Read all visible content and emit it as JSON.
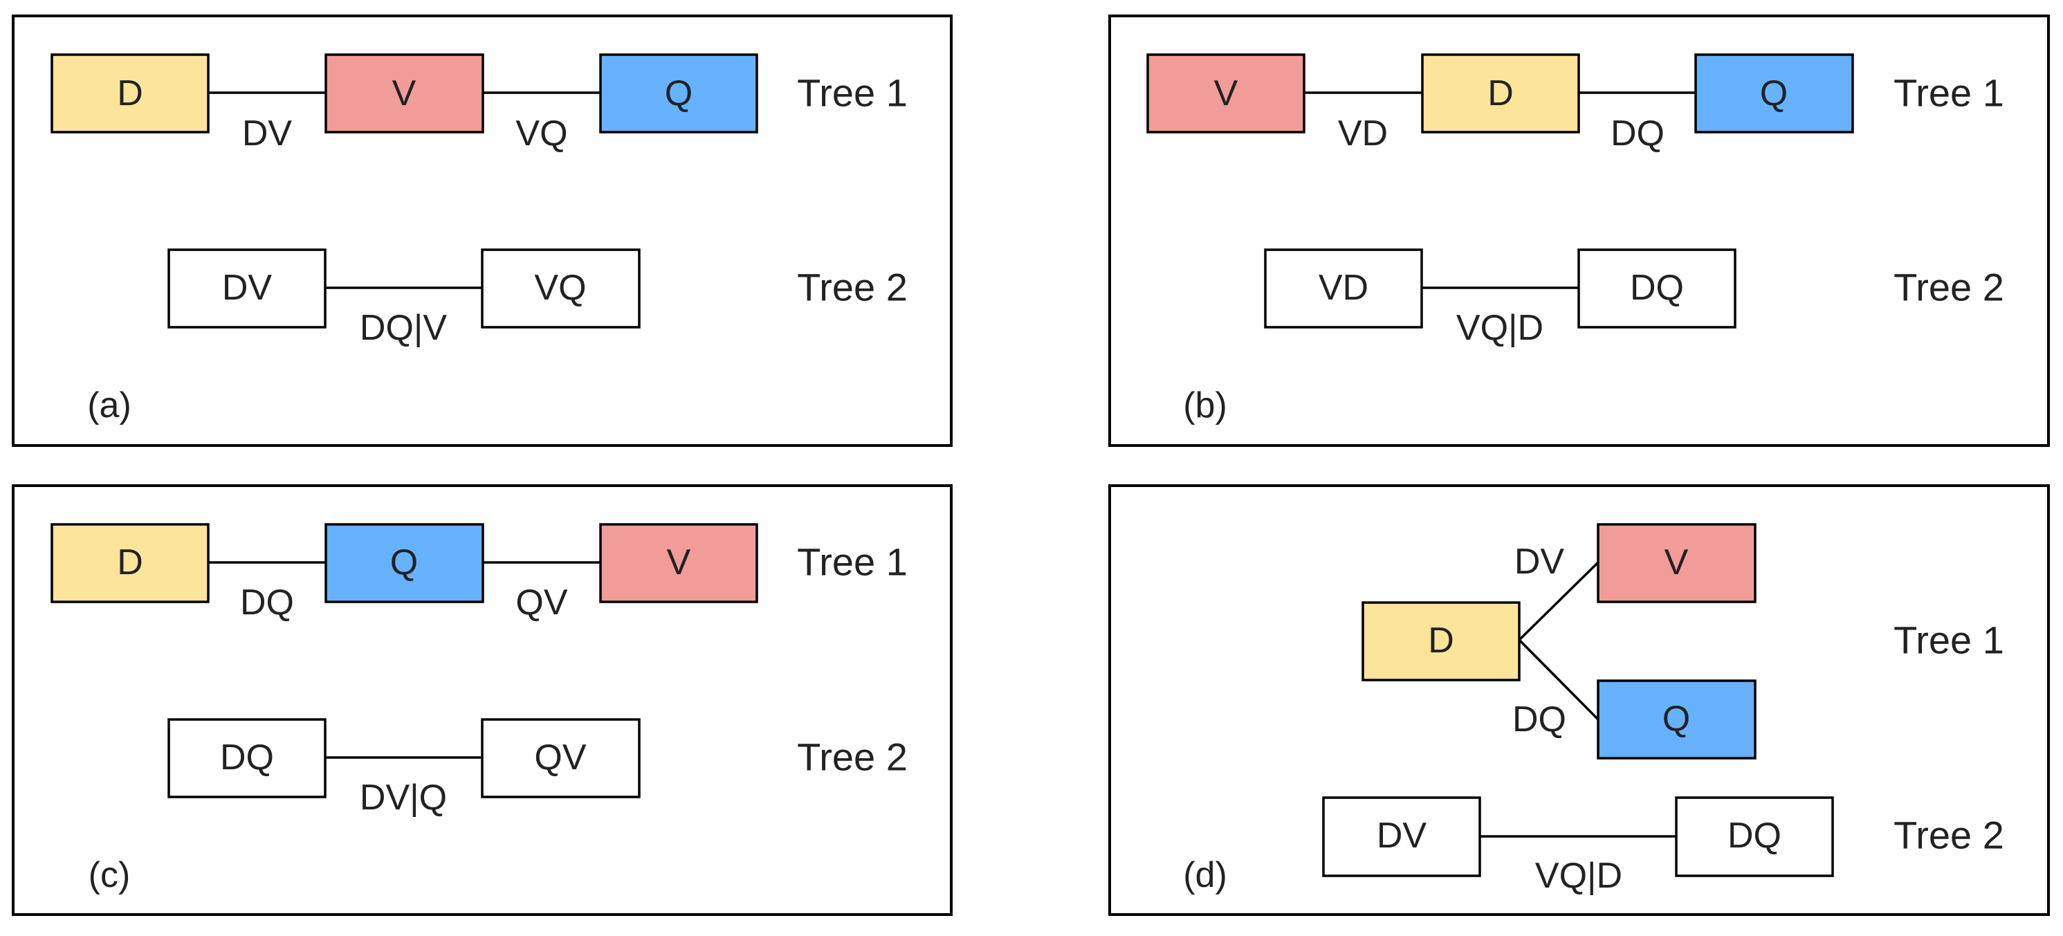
{
  "colors": {
    "D": "#fde49b",
    "V": "#f19c99",
    "Q": "#66b2ff",
    "plain": "#ffffff"
  },
  "panels": [
    {
      "tag": "(a)",
      "tree1": {
        "label": "Tree 1",
        "nodes": [
          {
            "text": "D",
            "color": "D"
          },
          {
            "text": "V",
            "color": "V"
          },
          {
            "text": "Q",
            "color": "Q"
          }
        ],
        "edges": [
          "DV",
          "VQ"
        ]
      },
      "tree2": {
        "label": "Tree 2",
        "nodes": [
          "DV",
          "VQ"
        ],
        "edge": "DQ|V"
      }
    },
    {
      "tag": "(b)",
      "tree1": {
        "label": "Tree 1",
        "nodes": [
          {
            "text": "V",
            "color": "V"
          },
          {
            "text": "D",
            "color": "D"
          },
          {
            "text": "Q",
            "color": "Q"
          }
        ],
        "edges": [
          "VD",
          "DQ"
        ]
      },
      "tree2": {
        "label": "Tree 2",
        "nodes": [
          "VD",
          "DQ"
        ],
        "edge": "VQ|D"
      }
    },
    {
      "tag": "(c)",
      "tree1": {
        "label": "Tree 1",
        "nodes": [
          {
            "text": "D",
            "color": "D"
          },
          {
            "text": "Q",
            "color": "Q"
          },
          {
            "text": "V",
            "color": "V"
          }
        ],
        "edges": [
          "DQ",
          "QV"
        ]
      },
      "tree2": {
        "label": "Tree 2",
        "nodes": [
          "DQ",
          "QV"
        ],
        "edge": "DV|Q"
      }
    },
    {
      "tag": "(d)",
      "tree1": {
        "label": "Tree 1",
        "root": {
          "text": "D",
          "color": "D"
        },
        "top": {
          "text": "V",
          "color": "V"
        },
        "bottom": {
          "text": "Q",
          "color": "Q"
        },
        "edges": [
          "DV",
          "DQ"
        ]
      },
      "tree2": {
        "label": "Tree 2",
        "nodes": [
          "DV",
          "DQ"
        ],
        "edge": "VQ|D"
      }
    }
  ]
}
